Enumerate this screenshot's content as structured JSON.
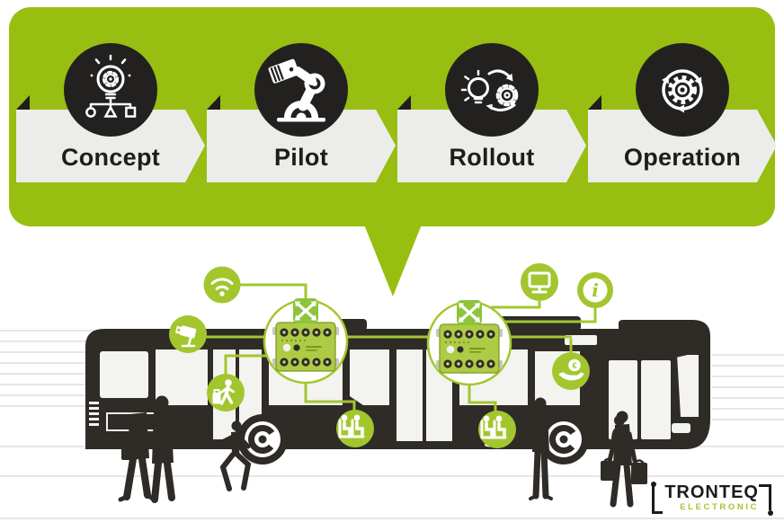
{
  "steps": [
    {
      "label": "Concept",
      "icon": "lightbulb-gear-flowchart-icon"
    },
    {
      "label": "Pilot",
      "icon": "robot-arm-icon"
    },
    {
      "label": "Rollout",
      "icon": "lightbulb-to-gear-cycle-icon"
    },
    {
      "label": "Operation",
      "icon": "gear-rotation-arrows-icon"
    }
  ],
  "scene": {
    "onboard_icons": [
      "wifi-icon",
      "cctv-camera-icon",
      "passenger-luggage-icon",
      "passenger-seats-icon",
      "ethernet-switch-icon",
      "ethernet-switch-device",
      "monitor-icon",
      "info-icon",
      "payment-hand-icon"
    ],
    "info_glyph": "i",
    "coin_glyph": "€"
  },
  "logo": {
    "brand": "TRONTEQ",
    "sub_brand": "ELECTRONIC"
  },
  "colors": {
    "banner_green": "#98BE12",
    "icon_green": "#A3C62F",
    "switch_green": "#8CC43C",
    "device_green": "#AECB45",
    "band_gray": "#ECECEA",
    "ink": "#232120",
    "bus_dark": "#2F2B27",
    "line_gray": "#D8D8D5"
  }
}
